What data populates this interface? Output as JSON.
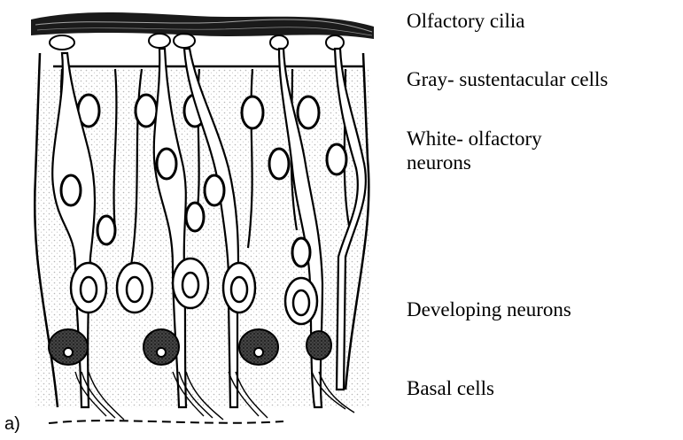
{
  "panel_label": "a)",
  "labels": {
    "olfactory_cilia": "Olfactory cilia",
    "sustentacular": "Gray- sustentacular cells",
    "olfactory_neurons": "White- olfactory\nneurons",
    "developing_neurons": "Developing neurons",
    "basal_cells": "Basal cells"
  },
  "colors": {
    "ink": "#000000",
    "background": "#ffffff",
    "stipple": "#6e6e6e"
  }
}
